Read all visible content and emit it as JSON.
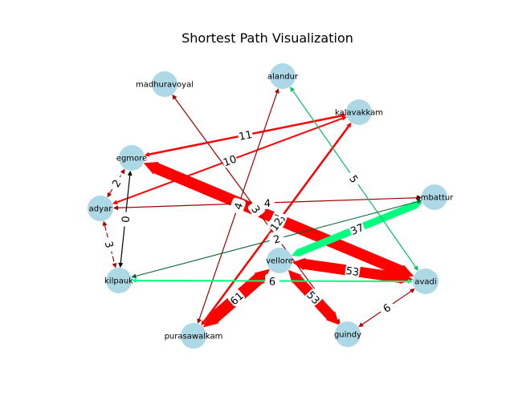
{
  "title": "Shortest Path Visualization",
  "colors": {
    "node": "#add8e6",
    "path_edge": "#ff0000",
    "highlight_edge": "#00ff7f",
    "edge_label_bg": "#ffffff"
  },
  "nodes": [
    {
      "id": "alandur",
      "label": "alandur"
    },
    {
      "id": "madhuravoyal",
      "label": "madhuravoyal"
    },
    {
      "id": "kalavakkam",
      "label": "kalavakkam"
    },
    {
      "id": "egmore",
      "label": "egmore"
    },
    {
      "id": "adyar",
      "label": "adyar"
    },
    {
      "id": "ambattur",
      "label": "ambattur"
    },
    {
      "id": "vellore",
      "label": "vellore"
    },
    {
      "id": "kilpauk",
      "label": "kilpauk"
    },
    {
      "id": "avadi",
      "label": "avadi"
    },
    {
      "id": "purasawalkam",
      "label": "purasawalkam"
    },
    {
      "id": "guindy",
      "label": "guindy"
    }
  ],
  "edges": [
    {
      "from": "egmore",
      "to": "kalavakkam",
      "weight": "11",
      "color": "#ff0000",
      "width": 2.5,
      "bidir": true
    },
    {
      "from": "adyar",
      "to": "kalavakkam",
      "weight": "10",
      "color": "#ff0000",
      "width": 2,
      "bidir": true
    },
    {
      "from": "egmore",
      "to": "avadi",
      "weight": "58",
      "color": "#ff0000",
      "width": 14,
      "bidir": true
    },
    {
      "from": "ambattur",
      "to": "adyar",
      "weight": "4",
      "color": "#a00000",
      "width": 1.2,
      "bidir": true
    },
    {
      "from": "adyar",
      "to": "egmore",
      "weight": "2",
      "color": "#b00000",
      "width": 1.2,
      "bidir": true,
      "dashed": true
    },
    {
      "from": "adyar",
      "to": "kilpauk",
      "weight": "3",
      "color": "#b00000",
      "width": 1.2,
      "bidir": true,
      "dashed": true
    },
    {
      "from": "kilpauk",
      "to": "egmore",
      "weight": "0",
      "color": "#000000",
      "width": 1.2,
      "bidir": true
    },
    {
      "from": "madhuravoyal",
      "to": "guindy",
      "weight": "3",
      "color": "#a00000",
      "width": 1.2,
      "bidir": true
    },
    {
      "from": "purasawalkam",
      "to": "alandur",
      "weight": "4",
      "color": "#a00000",
      "width": 1.2,
      "bidir": true
    },
    {
      "from": "purasawalkam",
      "to": "kalavakkam",
      "weight": "12",
      "color": "#ff0000",
      "width": 2.5,
      "bidir": true
    },
    {
      "from": "vellore",
      "to": "ambattur",
      "weight": "37",
      "color": "#00ff7f",
      "width": 9,
      "bidir": true
    },
    {
      "from": "alandur",
      "to": "avadi",
      "weight": "5",
      "color": "#00c060",
      "width": 1.2,
      "bidir": true
    },
    {
      "from": "kilpauk",
      "to": "ambattur",
      "weight": "2",
      "color": "#006030",
      "width": 1,
      "bidir": true
    },
    {
      "from": "vellore",
      "to": "avadi",
      "weight": "53",
      "color": "#ff0000",
      "width": 13,
      "bidir": true
    },
    {
      "from": "vellore",
      "to": "guindy",
      "weight": "53",
      "color": "#ff0000",
      "width": 13,
      "bidir": true
    },
    {
      "from": "vellore",
      "to": "purasawalkam",
      "weight": "61",
      "color": "#ff0000",
      "width": 15,
      "bidir": true
    },
    {
      "from": "kilpauk",
      "to": "avadi",
      "weight": "6",
      "color": "#00ff7f",
      "width": 2,
      "bidir": true
    },
    {
      "from": "guindy",
      "to": "avadi",
      "weight": "6",
      "color": "#b00000",
      "width": 1.2,
      "bidir": true
    }
  ]
}
